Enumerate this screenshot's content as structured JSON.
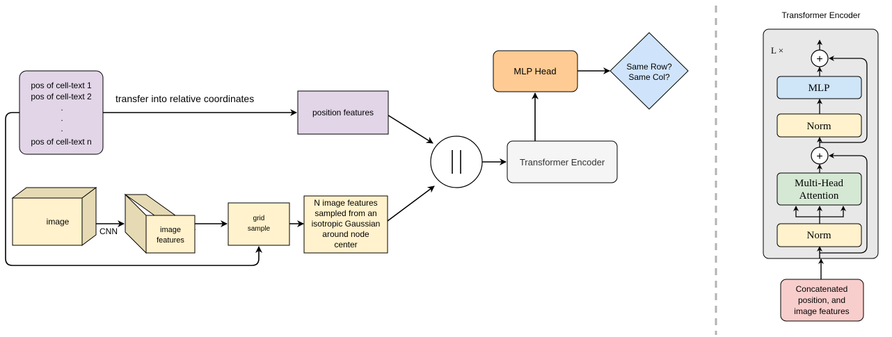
{
  "pipeline": {
    "cell_positions": {
      "line1": "pos of cell-text 1",
      "line2": "pos of cell-text 2",
      "dot1": ".",
      "dot2": ".",
      "dot3": ".",
      "line_n": "pos of cell-text n"
    },
    "transfer_label": "transfer into relative coordinates",
    "position_features": "position features",
    "image_label": "image",
    "cnn_label": "CNN",
    "image_features": {
      "line1": "image",
      "line2": "features"
    },
    "grid_sample": {
      "line1": "grid",
      "line2": "sample"
    },
    "sampled_features": {
      "line1": "N image features",
      "line2": "sampled from an",
      "line3": "isotropic Gaussian",
      "line4": "around node",
      "line5": "center"
    },
    "concat_symbol": "||",
    "transformer_encoder": "Transformer Encoder",
    "mlp_head": "MLP Head",
    "decision": {
      "line1": "Same Row?",
      "line2": "Same Col?"
    }
  },
  "encoder_detail": {
    "title": "Transformer Encoder",
    "repeat_label": "L ×",
    "plus_symbol": "+",
    "mlp": "MLP",
    "norm_top": "Norm",
    "attention": {
      "line1": "Multi-Head",
      "line2": "Attention"
    },
    "norm_bottom": "Norm",
    "input": {
      "line1": "Concatenated",
      "line2": "position, and",
      "line3": "image features"
    }
  },
  "colors": {
    "purple": "#e1d5e7",
    "yellow": "#fff2cc",
    "cube_side": "#e6dab4",
    "orange": "#fdcb93",
    "blue": "#cfe4fb",
    "grey_box": "#f5f5f5",
    "container": "#e8e8e8",
    "mlp_blue": "#cfe5f8",
    "green": "#d5e8d4",
    "pink": "#f8cecc",
    "dashed_divider": "#b3b3b3"
  }
}
